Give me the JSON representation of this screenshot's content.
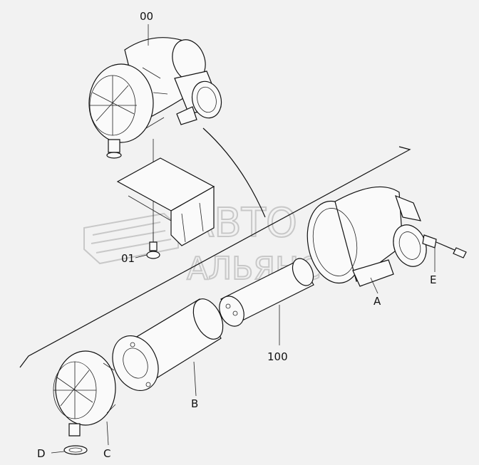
{
  "labels": {
    "assembly": "00",
    "bracket": "01",
    "filter_element": "100",
    "clamp_a": "A",
    "element_b": "B",
    "cover_c": "C",
    "valve_d": "D",
    "sensor_e": "E"
  },
  "watermark": {
    "line1": "АВТО",
    "line2": "АЛЬЯНС"
  },
  "colors": {
    "background": "#f2f2f2",
    "line": "#111111",
    "watermark": "#c8c8c8"
  }
}
